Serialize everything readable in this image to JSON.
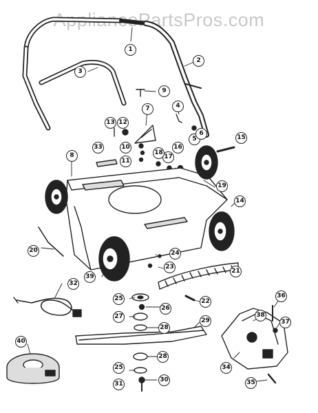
{
  "watermark": "AppliancePartsPros.com",
  "part_callouts": [
    "1",
    "2",
    "3",
    "4",
    "5",
    "6",
    "7",
    "8",
    "9",
    "10",
    "11",
    "12",
    "13",
    "14",
    "15",
    "16",
    "17",
    "18",
    "19",
    "20",
    "21",
    "22",
    "23",
    "24",
    "25",
    "26",
    "27",
    "28",
    "29",
    "30",
    "31",
    "32",
    "33",
    "34",
    "35",
    "36",
    "37",
    "38",
    "39",
    "40"
  ],
  "colors": {
    "line": "#222222",
    "background": "#ffffff",
    "watermark": "#c8c8c8"
  }
}
